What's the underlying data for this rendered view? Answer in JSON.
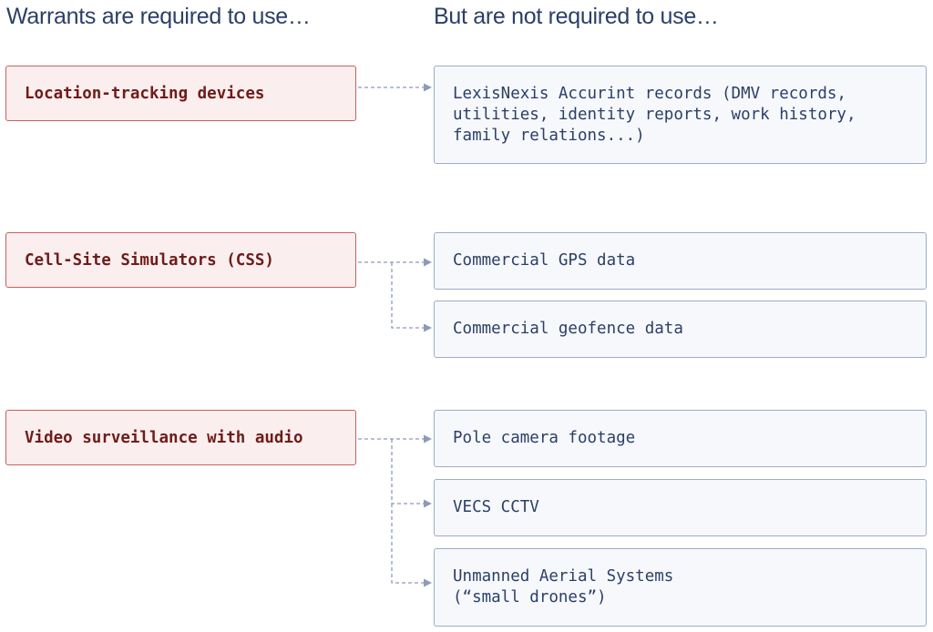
{
  "headings": {
    "required": "Warrants are required to use…",
    "not_required": "But are not required to use…"
  },
  "groups": [
    {
      "required_item": "Location-tracking devices",
      "alternatives": [
        "LexisNexis Accurint records (DMV records,\nutilities, identity reports, work history,\nfamily relations...)"
      ]
    },
    {
      "required_item": "Cell-Site Simulators (CSS)",
      "alternatives": [
        "Commercial GPS data",
        "Commercial geofence data"
      ]
    },
    {
      "required_item": "Video surveillance with audio",
      "alternatives": [
        "Pole camera footage",
        "VECS CCTV",
        "Unmanned Aerial Systems\n(“small drones”)"
      ]
    }
  ],
  "colors": {
    "heading": "#2b3f66",
    "required_fill": "#fbeeee",
    "required_border": "#c9605d",
    "required_text": "#6e1c19",
    "alt_fill": "#f6f8fc",
    "alt_border": "#9eacc6",
    "alt_text": "#2b3f66",
    "connector": "#8c9bb6"
  }
}
